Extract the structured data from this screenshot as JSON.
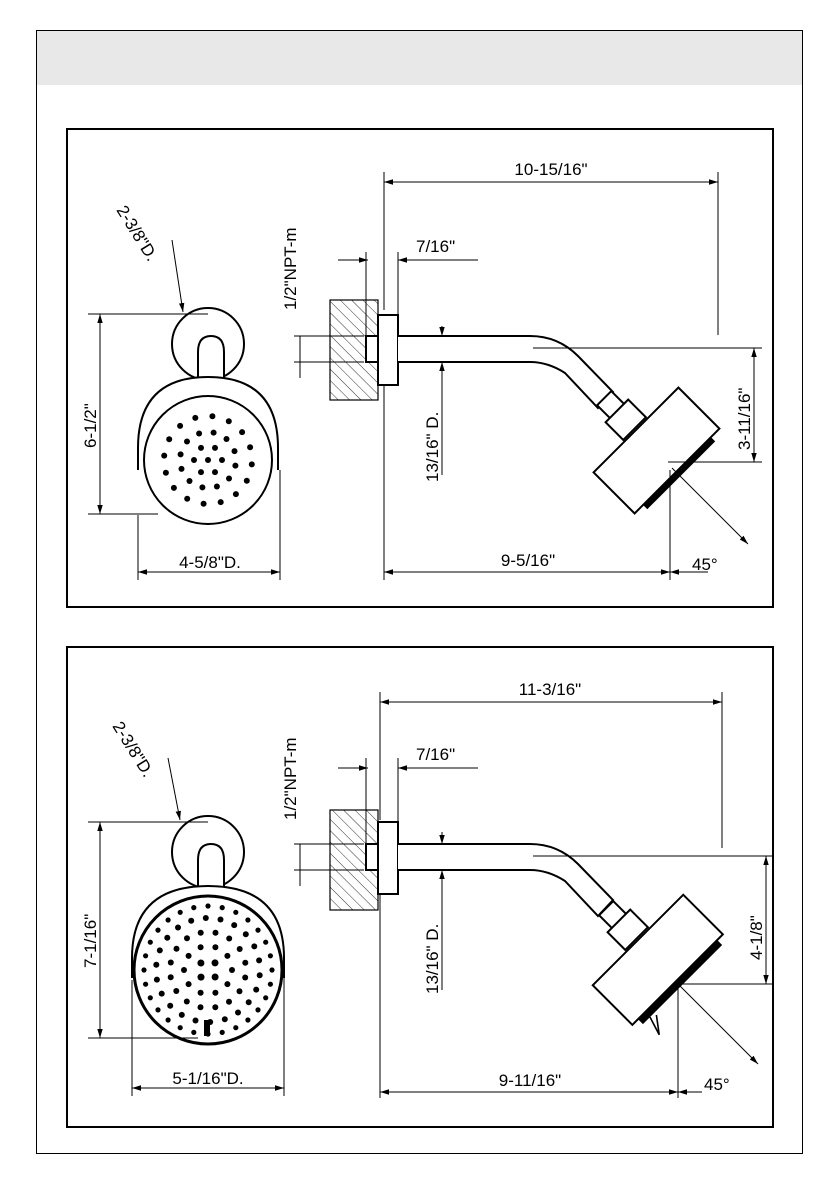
{
  "panels": [
    {
      "overall_length": "10-15/16\"",
      "offset": "7/16\"",
      "thread": "1/2\"NPT-m",
      "flange_diameter": "2-3/8\"D.",
      "height": "6-1/2\"",
      "head_diameter": "4-5/8\"D.",
      "pipe_diameter": "13/16\" D.",
      "projection": "9-5/16\"",
      "drop": "3-11/16\"",
      "angle": "45°"
    },
    {
      "overall_length": "11-3/16\"",
      "offset": "7/16\"",
      "thread": "1/2\"NPT-m",
      "flange_diameter": "2-3/8\"D.",
      "height": "7-1/16\"",
      "head_diameter": "5-1/16\"D.",
      "pipe_diameter": "13/16\" D.",
      "projection": "9-11/16\"",
      "drop": "4-1/8\"",
      "angle": "45°"
    }
  ]
}
